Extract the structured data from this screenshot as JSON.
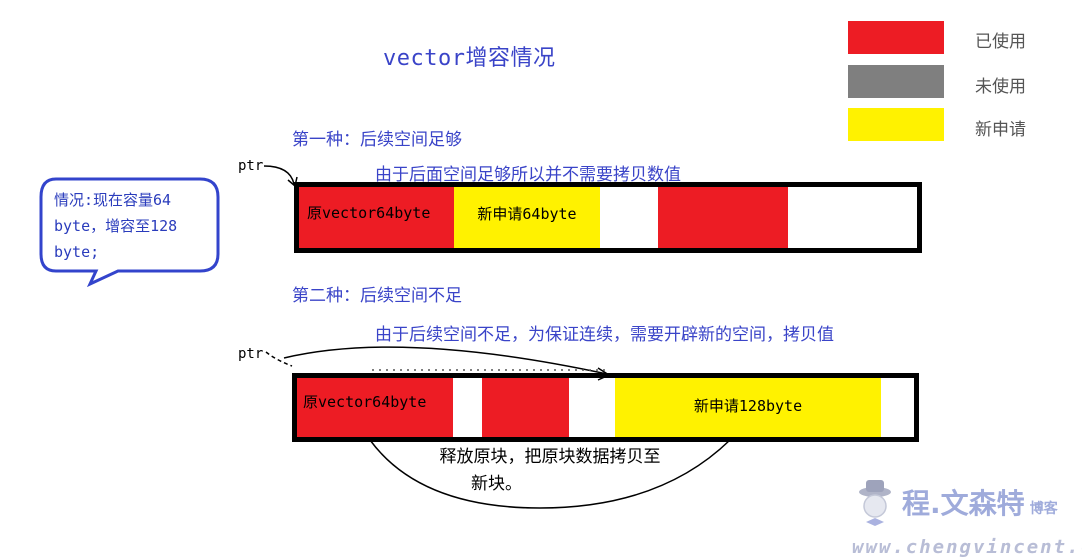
{
  "title": "vector增容情况",
  "legend": [
    {
      "label": "已使用",
      "color": "#ed1c24"
    },
    {
      "label": "未使用",
      "color": "#7f7f7f"
    },
    {
      "label": "新申请",
      "color": "#fff200"
    }
  ],
  "callout": {
    "line1": "情况:现在容量64",
    "line2": "byte，增容至128",
    "line3": "byte;"
  },
  "case1": {
    "heading": "第一种：后续空间足够",
    "note": "由于后面空间足够所以并不需要拷贝数值",
    "ptr": "ptr",
    "blocks": [
      {
        "label": "原vector64byte",
        "color": "#ed1c24"
      },
      {
        "label": "新申请64byte",
        "color": "#fff200"
      },
      {
        "label": "",
        "color": "#ed1c24"
      }
    ]
  },
  "case2": {
    "heading": "第二种：后续空间不足",
    "note": "由于后续空间不足，为保证连续，需要开辟新的空间，拷贝值",
    "ptr": "ptr",
    "blocks": [
      {
        "label": "原vector64byte",
        "color": "#ed1c24"
      },
      {
        "label": "",
        "color": "#ed1c24"
      },
      {
        "label": "新申请128byte",
        "color": "#fff200"
      }
    ],
    "release_line1": "释放原块，把原块数据拷贝至",
    "release_line2": "新块。"
  },
  "watermark": {
    "text": "程.文森特",
    "small": "博客",
    "url": "www.chengvincent.com"
  }
}
